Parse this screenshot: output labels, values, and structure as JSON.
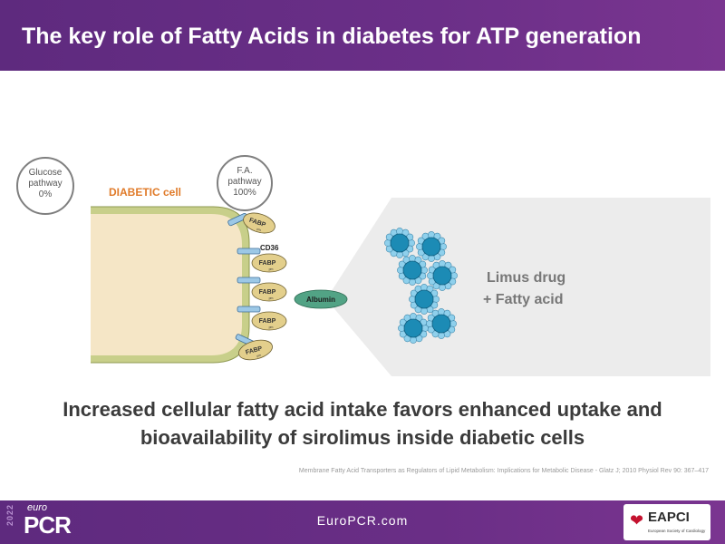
{
  "header": {
    "title": "The key role of Fatty Acids in diabetes for ATP generation"
  },
  "diagram": {
    "glucose_circle": {
      "line1": "Glucose",
      "line2": "pathway",
      "line3": "0%"
    },
    "fa_circle": {
      "line1": "F.A.",
      "line2": "pathway",
      "line3": "100%"
    },
    "cell_label": "DIABETIC cell",
    "cd36_label": "CD36",
    "fabp_label": "FABP",
    "fabp_sub": "pm",
    "albumin_label": "Albumin",
    "drug_line1": "Limus drug",
    "drug_line2": "+ Fatty acid",
    "colors": {
      "cell_fill": "#f5e6c6",
      "membrane": "#c8cf8a",
      "fabp": "#e3cf8c",
      "albumin": "#52a385",
      "drug_core": "#1c8bb5",
      "drug_beads": "#8fd0ec",
      "cell_label": "#e07b2a"
    }
  },
  "conclusion": {
    "line1": "Increased cellular fatty acid intake favors enhanced uptake and",
    "line2": "bioavailability of sirolimus inside diabetic cells"
  },
  "citation": "Membrane Fatty Acid Transporters as Regulators of Lipid Metabolism: Implications for Metabolic Disease - Glatz J; 2010 Physiol Rev 90: 367–417",
  "footer": {
    "site": "EuroPCR.com",
    "logo_year": "2022",
    "logo_euro": "euro",
    "logo_pcr": "PCR",
    "eapci_name": "EAPCI",
    "eapci_sub": "European Society of Cardiology"
  }
}
